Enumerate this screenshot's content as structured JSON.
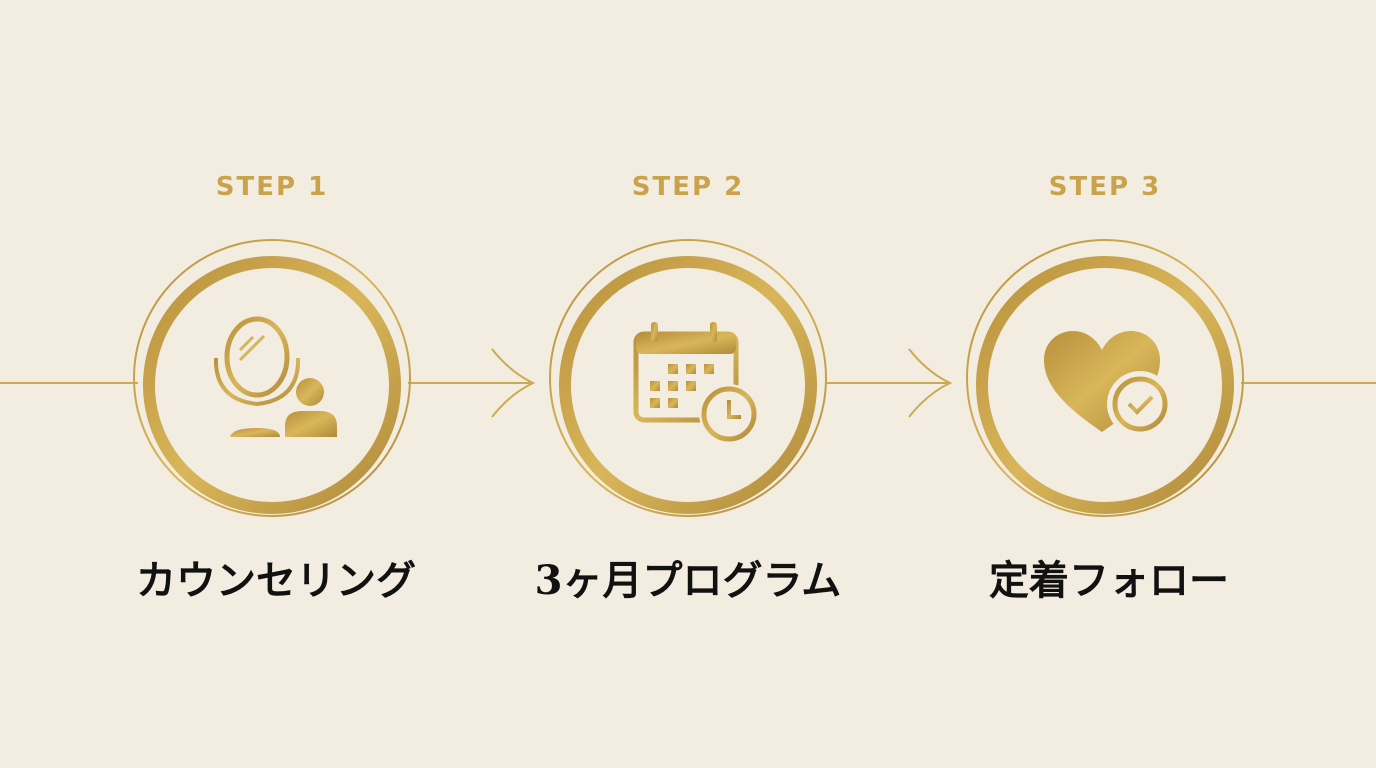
{
  "colors": {
    "gold": "#c9a24a",
    "gold_light": "#dcb955",
    "background": "#f2ece1",
    "text": "#111111"
  },
  "steps": [
    {
      "label": "STEP 1",
      "title": "カウンセリング",
      "icon": "mirror-person-icon"
    },
    {
      "label": "STEP 2",
      "title": "3ヶ月プログラム",
      "icon": "calendar-clock-icon"
    },
    {
      "label": "STEP 3",
      "title": "定着フォロー",
      "icon": "heart-check-icon"
    }
  ]
}
